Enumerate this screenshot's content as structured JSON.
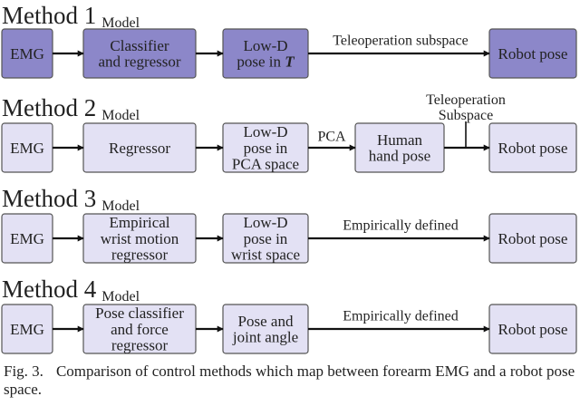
{
  "methods": [
    {
      "title": "Method 1",
      "subtitle": "Model",
      "nodes": [
        "EMG",
        "Classifier\nand regressor",
        "Low-D\npose in T",
        "Robot pose"
      ],
      "edge_labels": [
        "Teleoperation subspace"
      ],
      "fill": "#8c87c9"
    },
    {
      "title": "Method 2",
      "subtitle": "Model",
      "nodes": [
        "EMG",
        "Regressor",
        "Low-D\npose in\nPCA space",
        "Human\nhand pose",
        "Robot pose"
      ],
      "edge_labels": [
        "PCA",
        "Teleoperation\nSubspace"
      ],
      "fill": "#e3e1f4"
    },
    {
      "title": "Method 3",
      "subtitle": "Model",
      "nodes": [
        "EMG",
        "Empirical\nwrist motion\nregressor",
        "Low-D\npose in\nwrist space",
        "Robot pose"
      ],
      "edge_labels": [
        "Empirically defined"
      ],
      "fill": "#e3e1f4"
    },
    {
      "title": "Method 4",
      "subtitle": "Model",
      "nodes": [
        "EMG",
        "Pose classifier\nand force\nregressor",
        "Pose and\njoint angle",
        "Robot pose"
      ],
      "edge_labels": [
        "Empirically defined"
      ],
      "fill": "#e3e1f4"
    }
  ],
  "caption": {
    "figure": "Fig. 3.",
    "text": "Comparison of control methods which map between forearm EMG and a robot pose space."
  },
  "colors": {
    "stroke": "#555555",
    "arrow": "#111111",
    "text": "#222222"
  }
}
